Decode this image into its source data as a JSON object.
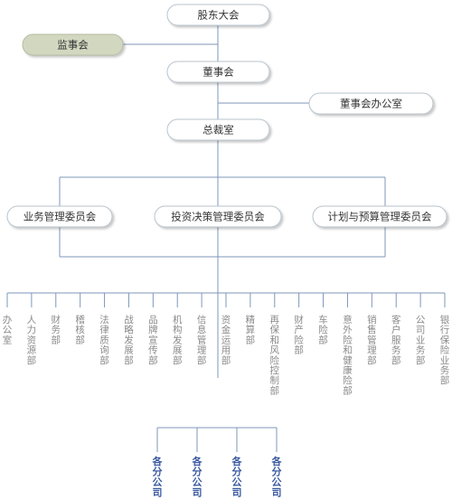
{
  "nodes": {
    "shareholders": "股东大会",
    "supervisors": "监事会",
    "board": "董事会",
    "board_office": "董事会办公室",
    "president_office": "总裁室",
    "committee_business": "业务管理委员会",
    "committee_investment": "投资决策管理委员会",
    "committee_planning": "计划与预算管理委员会"
  },
  "departments": [
    "办公室",
    "人力资源部",
    "财务部",
    "稽核部",
    "法律质询部",
    "战略发展部",
    "品牌宣传部",
    "机构发展部",
    "信息管理部",
    "资金运用部",
    "精算部",
    "再保和风险控制部",
    "财产险部",
    "车险部",
    "意外险和健康险部",
    "销售管理部",
    "客户服务部",
    "公司业务部",
    "银行保险业务部"
  ],
  "subsidiaries": [
    "各分公司",
    "各分公司",
    "各分公司",
    "各分公司"
  ],
  "colors": {
    "line": "#7f97ba",
    "box_fill": "#ffffff",
    "box_stroke": "#b8c4cc",
    "highlight_fill": "#d2d8c0",
    "dept_text": "#8a8a8a",
    "sub_text": "#3a5aa0"
  }
}
